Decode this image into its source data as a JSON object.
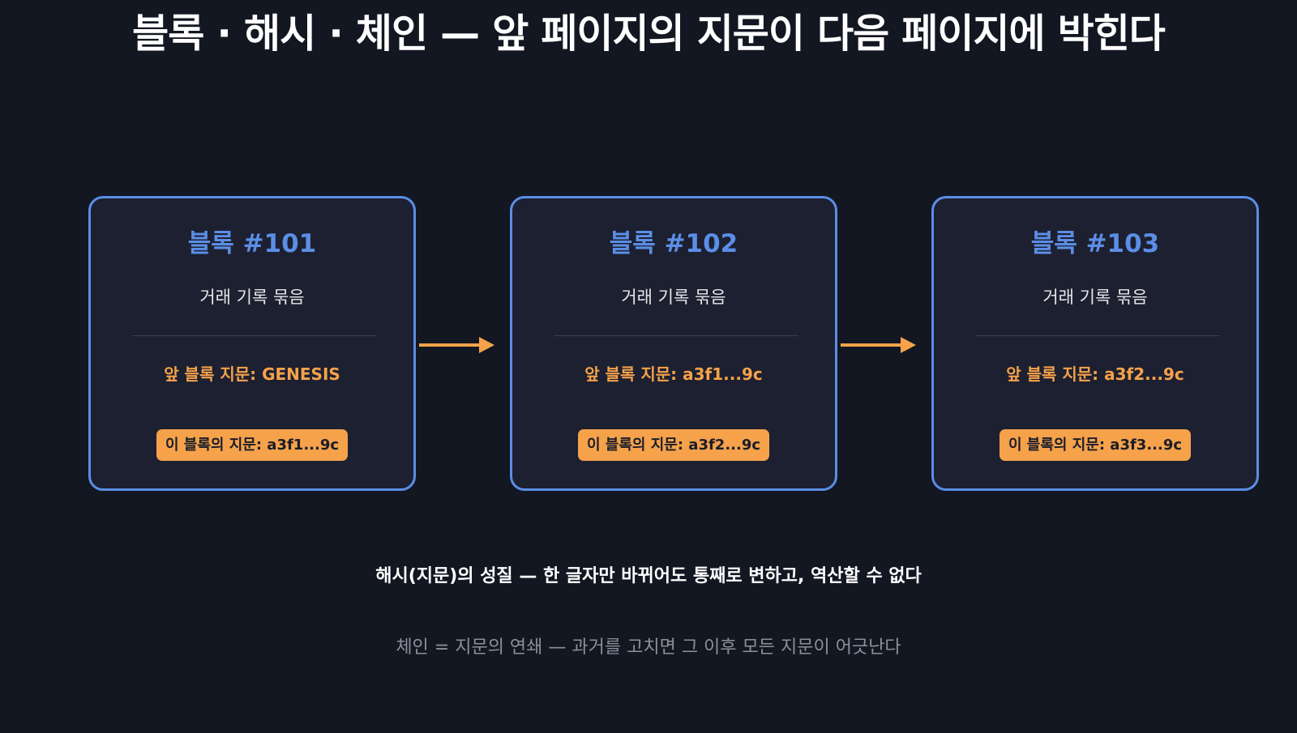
{
  "title": "블록 · 해시 · 체인 — 앞 페이지의 지문이 다음 페이지에 박힌다",
  "blocks": [
    {
      "title": "블록 #101",
      "subtitle": "거래 기록 묶음",
      "prev_hash": "앞 블록 지문: GENESIS",
      "own_hash": "이 블록의 지문: a3f1...9c"
    },
    {
      "title": "블록 #102",
      "subtitle": "거래 기록 묶음",
      "prev_hash": "앞 블록 지문: a3f1...9c",
      "own_hash": "이 블록의 지문: a3f2...9c"
    },
    {
      "title": "블록 #103",
      "subtitle": "거래 기록 묶음",
      "prev_hash": "앞 블록 지문: a3f2...9c",
      "own_hash": "이 블록의 지문: a3f3...9c"
    }
  ],
  "notes": {
    "hash_property": "해시(지문)의 성질 — 한 글자만 바뀌어도 통째로 변하고, 역산할 수 없다",
    "chain_definition": "체인 = 지문의 연쇄 — 과거를 고치면 그 이후 모든 지문이 어긋난다"
  },
  "colors": {
    "background": "#131722",
    "block_border": "#5b8ee6",
    "block_fill": "#1d2030",
    "accent_orange": "#f5a24b",
    "muted_text": "#8d909b"
  },
  "icons": {
    "connector": "arrow-right-icon"
  }
}
